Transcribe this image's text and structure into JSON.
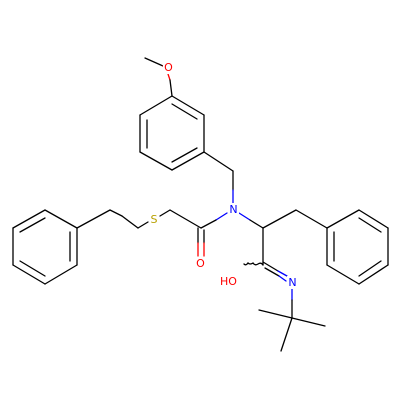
{
  "atoms": {
    "o_methoxy": {
      "label": "O",
      "color": "#ff0000"
    },
    "n_amide": {
      "label": "N",
      "color": "#0000ff"
    },
    "s_thioether": {
      "label": "S",
      "color": "#b8a000"
    },
    "o_carbonyl": {
      "label": "O",
      "color": "#ff0000"
    },
    "oh_imidic": {
      "label": "HO",
      "color": "#ff0000"
    },
    "n_imine": {
      "label": "N",
      "color": "#0000ff"
    }
  },
  "colors": {
    "carbon_bond": "#000000",
    "nitrogen": "#0000ff",
    "oxygen": "#ff0000",
    "sulfur": "#b8a000"
  }
}
